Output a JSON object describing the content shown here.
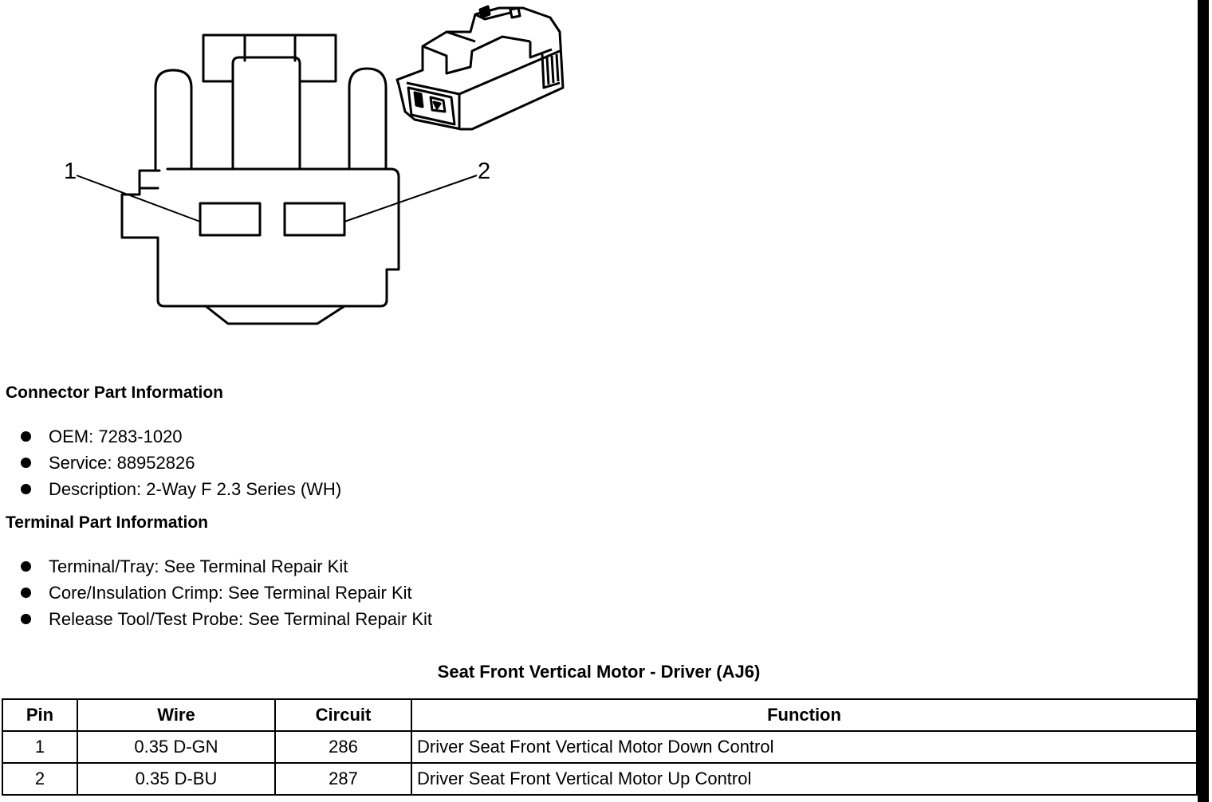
{
  "diagram": {
    "pin_callouts": [
      "1",
      "2"
    ]
  },
  "connector_part_info": {
    "heading": "Connector Part Information",
    "items": [
      "OEM: 7283-1020",
      "Service: 88952826",
      "Description: 2-Way F 2.3 Series (WH)"
    ]
  },
  "terminal_part_info": {
    "heading": "Terminal Part Information",
    "items": [
      "Terminal/Tray: See Terminal Repair Kit",
      "Core/Insulation Crimp: See Terminal Repair Kit",
      "Release Tool/Test Probe: See Terminal Repair Kit"
    ]
  },
  "table": {
    "title": "Seat Front Vertical Motor - Driver (AJ6)",
    "headers": [
      "Pin",
      "Wire",
      "Circuit",
      "Function"
    ],
    "rows": [
      [
        "1",
        "0.35 D-GN",
        "286",
        "Driver Seat Front Vertical Motor Down Control"
      ],
      [
        "2",
        "0.35 D-BU",
        "287",
        "Driver Seat Front Vertical Motor Up Control"
      ]
    ]
  }
}
